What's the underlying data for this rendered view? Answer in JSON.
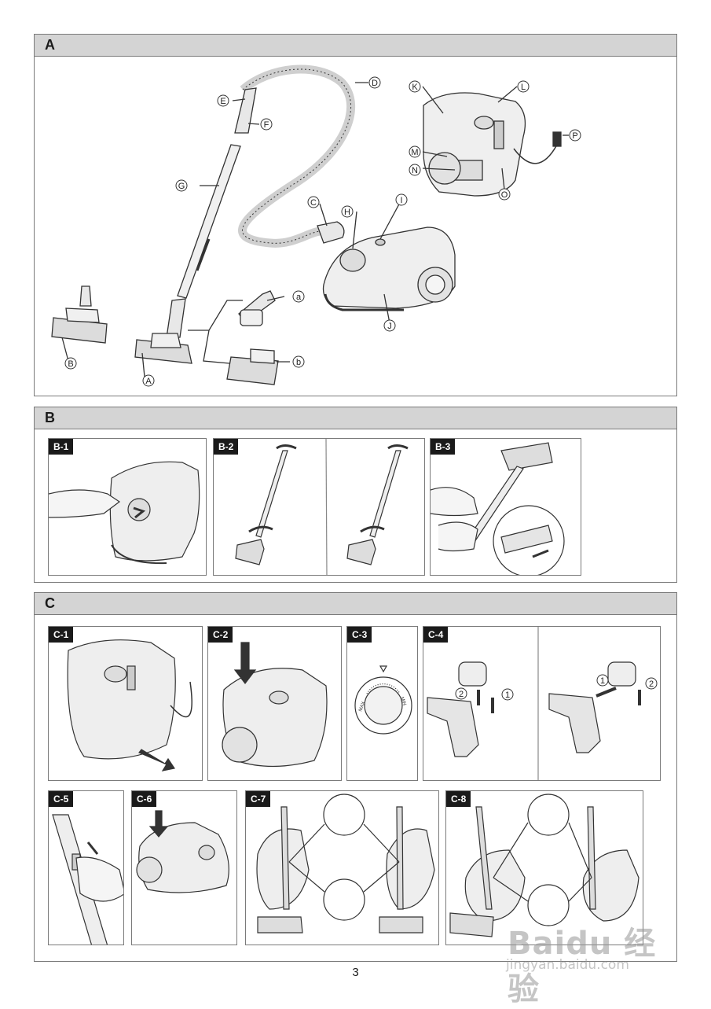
{
  "sections": {
    "a": {
      "title": "A",
      "callouts": [
        "A",
        "B",
        "C",
        "D",
        "E",
        "F",
        "G",
        "H",
        "I",
        "J",
        "K",
        "L",
        "M",
        "N",
        "O",
        "P",
        "a",
        "b"
      ]
    },
    "b": {
      "title": "B",
      "panels": [
        "B-1",
        "B-2",
        "B-3"
      ]
    },
    "c": {
      "title": "C",
      "panels": [
        "C-1",
        "C-2",
        "C-3",
        "C-4",
        "C-5",
        "C-6",
        "C-7",
        "C-8"
      ]
    }
  },
  "dial": {
    "max_label": "MAX",
    "min_label": "MIN"
  },
  "c4_steps": {
    "one": "1",
    "two": "2"
  },
  "page_number": "3",
  "watermark": {
    "main": "Baidu 经验",
    "url": "jingyan.baidu.com"
  }
}
